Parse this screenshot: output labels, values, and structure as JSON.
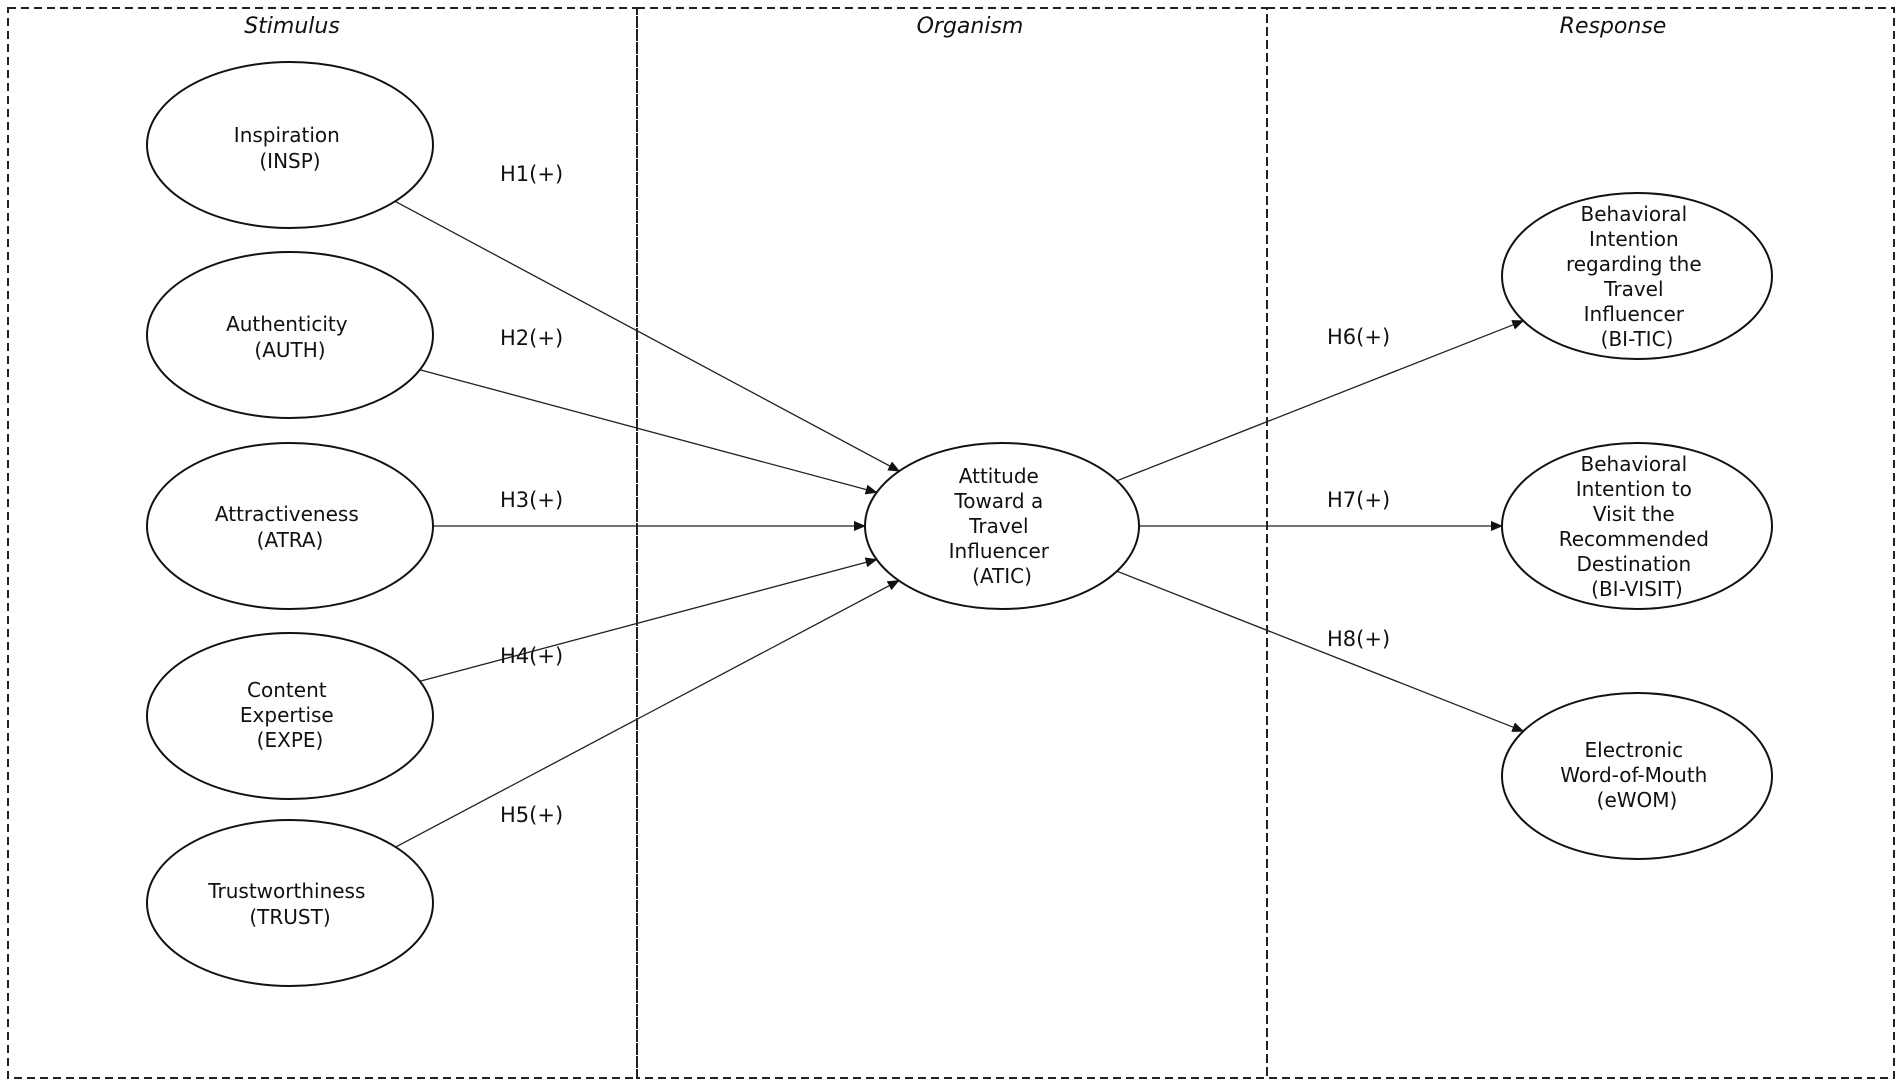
{
  "sections": [
    {
      "id": "stimulus",
      "title": "Stimulus"
    },
    {
      "id": "organism",
      "title": "Organism"
    },
    {
      "id": "response",
      "title": "Response"
    }
  ],
  "nodes": [
    {
      "id": "insp",
      "lines": [
        "Inspiration",
        "(INSP)"
      ]
    },
    {
      "id": "auth",
      "lines": [
        "Authenticity",
        "(AUTH)"
      ]
    },
    {
      "id": "atra",
      "lines": [
        "Attractiveness",
        "(ATRA)"
      ]
    },
    {
      "id": "expe",
      "lines": [
        "Content",
        "Expertise",
        "(EXPE)"
      ]
    },
    {
      "id": "trust",
      "lines": [
        "Trustworthiness",
        "(TRUST)"
      ]
    },
    {
      "id": "atic",
      "lines": [
        "Attitude",
        "Toward a",
        "Travel",
        "Influencer",
        "(ATIC)"
      ]
    },
    {
      "id": "bitic",
      "lines": [
        "Behavioral",
        "Intention",
        "regarding the",
        "Travel",
        "Influencer",
        "(BI-TIC)"
      ]
    },
    {
      "id": "bivisit",
      "lines": [
        "Behavioral",
        "Intention to",
        "Visit the",
        "Recommended",
        "Destination",
        "(BI-VISIT)"
      ]
    },
    {
      "id": "ewom",
      "lines": [
        "Electronic",
        "Word-of-Mouth",
        "(eWOM)"
      ]
    }
  ],
  "edges": [
    {
      "id": "h1",
      "from": "insp",
      "to": "atic",
      "label": "H1(+)"
    },
    {
      "id": "h2",
      "from": "auth",
      "to": "atic",
      "label": "H2(+)"
    },
    {
      "id": "h3",
      "from": "atra",
      "to": "atic",
      "label": "H3(+)"
    },
    {
      "id": "h4",
      "from": "expe",
      "to": "atic",
      "label": "H4(+)"
    },
    {
      "id": "h5",
      "from": "trust",
      "to": "atic",
      "label": "H5(+)"
    },
    {
      "id": "h6",
      "from": "atic",
      "to": "bitic",
      "label": "H6(+)"
    },
    {
      "id": "h7",
      "from": "atic",
      "to": "bivisit",
      "label": "H7(+)"
    },
    {
      "id": "h8",
      "from": "atic",
      "to": "ewom",
      "label": "H8(+)"
    }
  ]
}
